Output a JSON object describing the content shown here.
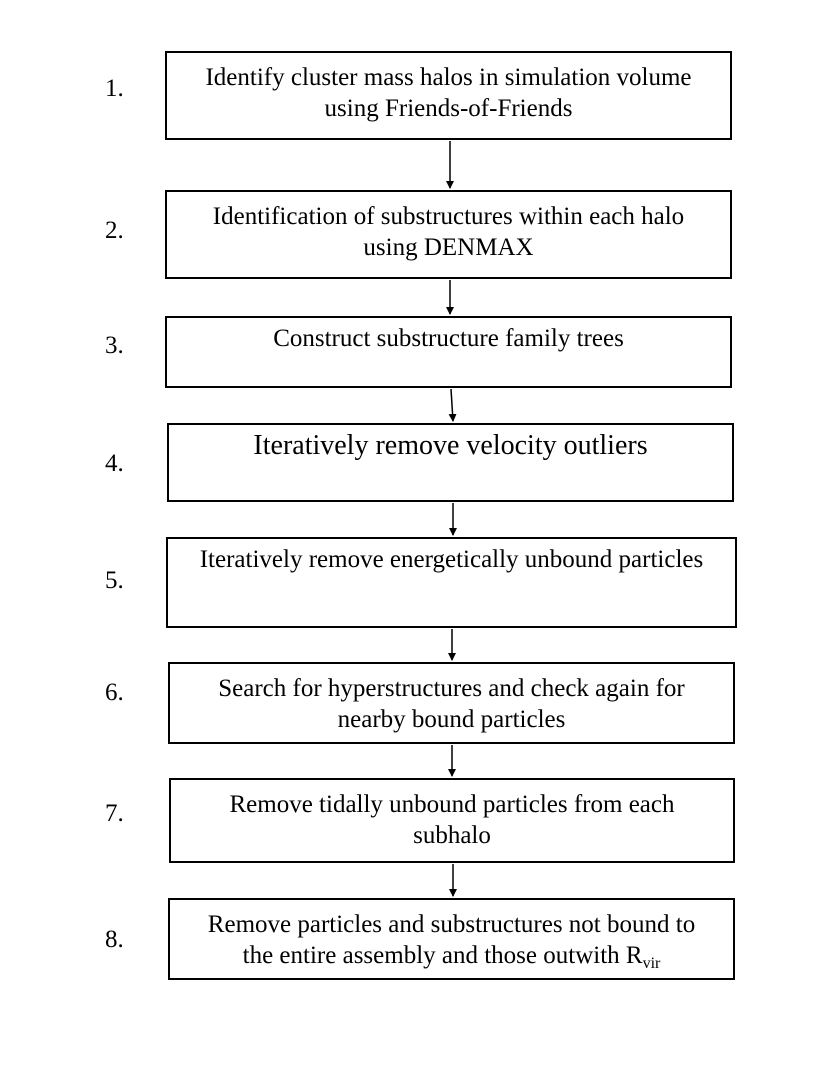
{
  "steps": [
    {
      "number": "1.",
      "line1": "Identify cluster mass halos in simulation volume",
      "line2": "using Friends-of-Friends"
    },
    {
      "number": "2.",
      "line1": "Identification of substructures within each halo",
      "line2": "using DENMAX"
    },
    {
      "number": "3.",
      "line1": "Construct substructure family trees",
      "line2": ""
    },
    {
      "number": "4.",
      "line1": "Iteratively remove velocity outliers",
      "line2": ""
    },
    {
      "number": "5.",
      "line1": "Iteratively remove energetically unbound particles",
      "line2": ""
    },
    {
      "number": "6.",
      "line1": "Search for hyperstructures and check again for",
      "line2": "nearby bound particles"
    },
    {
      "number": "7.",
      "line1": "Remove tidally unbound particles from each",
      "line2": "subhalo"
    },
    {
      "number": "8.",
      "line1": "Remove particles and substructures not bound to",
      "line2": "the entire assembly and those outwith R",
      "line2_subscript": "vir"
    }
  ]
}
